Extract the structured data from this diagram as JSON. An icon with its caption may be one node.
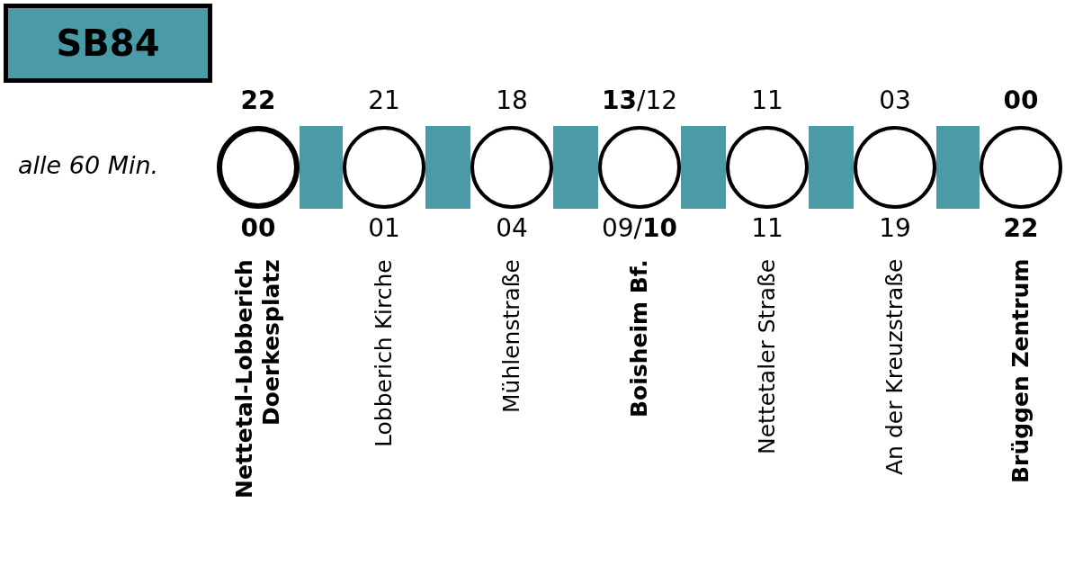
{
  "diagram": {
    "nodes": [
      {
        "text": [
          "SB84"
        ]
      },
      {
        "text": [],
        "shape": "circle",
        "beside": [
          "22",
          "00",
          "Nettetal-Lobberich Doerkesplatz"
        ]
      },
      {
        "text": [],
        "shape": "circle",
        "beside": [
          "21",
          "01",
          "Lobberich Kirche"
        ]
      },
      {
        "text": [],
        "shape": "circle",
        "beside": [
          "18",
          "04",
          "Mühlenstraße"
        ]
      },
      {
        "text": [],
        "shape": "circle",
        "beside": [
          "**13**/12",
          "09/**10**",
          "Boisheim Bf."
        ]
      },
      {
        "text": [],
        "shape": "circle",
        "beside": [
          "11",
          "11",
          "Nettetaler Straße"
        ]
      },
      {
        "text": [],
        "shape": "circle",
        "beside": [
          "03",
          "19",
          "An der Kreuzstraße"
        ]
      },
      {
        "text": [],
        "shape": "circle",
        "beside": [
          "00",
          "22",
          "Brüggen Zentrum"
        ]
      }
    ],
    "edges": [
      {
        "from": 1,
        "to": 2,
        "arrow": "none"
      },
      {
        "from": 2,
        "to": 3,
        "arrow": "none"
      },
      {
        "from": 3,
        "to": 4,
        "arrow": "none"
      },
      {
        "from": 4,
        "to": 5,
        "arrow": "none"
      },
      {
        "from": 5,
        "to": 6,
        "arrow": "none"
      },
      {
        "from": 6,
        "to": 7,
        "arrow": "none"
      }
    ],
    "labels": [
      "alle 60 Min."
    ]
  }
}
